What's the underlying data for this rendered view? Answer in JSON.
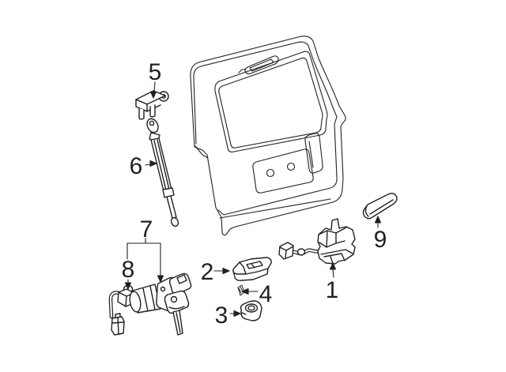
{
  "diagram": {
    "background": "#ffffff",
    "ink": "#231f20",
    "callouts": [
      {
        "number": "1",
        "part": "lock-actuator-assembly"
      },
      {
        "number": "2",
        "part": "handle-bezel"
      },
      {
        "number": "3",
        "part": "cushion-grommet"
      },
      {
        "number": "4",
        "part": "clip"
      },
      {
        "number": "5",
        "part": "stay-bracket"
      },
      {
        "number": "6",
        "part": "lift-support-strut"
      },
      {
        "number": "7",
        "part": "lock-cylinder-and-keys"
      },
      {
        "number": "8",
        "part": "lock-switch-with-connector"
      },
      {
        "number": "9",
        "part": "pull-handle"
      }
    ]
  }
}
